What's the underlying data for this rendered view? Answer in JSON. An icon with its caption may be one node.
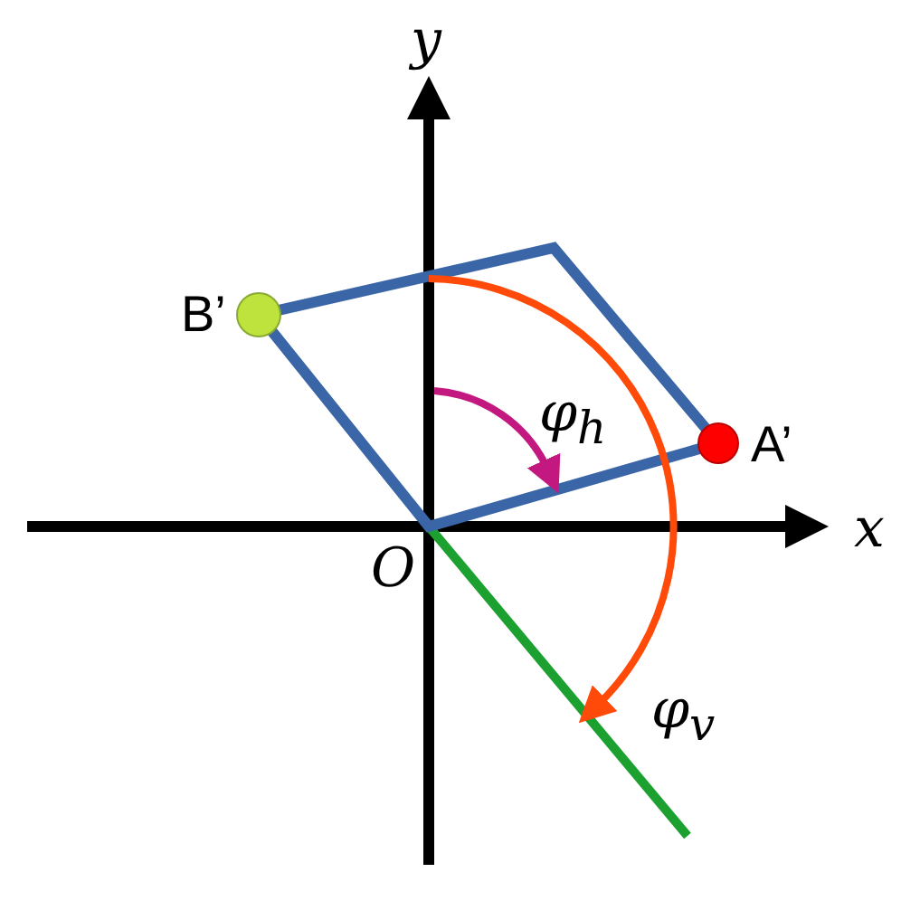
{
  "diagram": {
    "labels": [
      "y",
      "B’",
      "φ$_{h}$",
      "A’",
      "x",
      "O",
      "φ$_{v}$"
    ]
  }
}
